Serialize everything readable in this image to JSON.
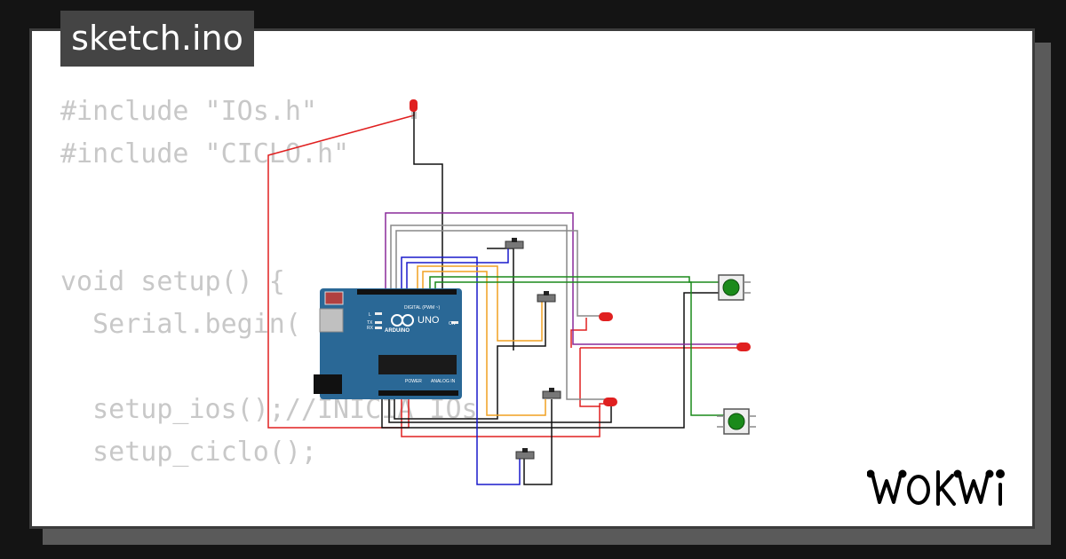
{
  "file_tab": {
    "label": "sketch.ino"
  },
  "code_lines": [
    "#include \"IOs.h\"",
    "#include \"CICLO.h\"",
    "",
    "",
    "void setup() {",
    "  Serial.begin(",
    "",
    "  setup_ios();//INICIA IOs",
    "  setup_ciclo();"
  ],
  "board": {
    "model_label": "UNO",
    "brand_label": "ARDUINO",
    "digital_header_label": "DIGITAL (PWM ~)",
    "power_label": "POWER",
    "analog_label": "ANALOG IN",
    "led_labels": [
      "L",
      "TX",
      "RX",
      "ON"
    ],
    "body_color": "#2a6896"
  },
  "components": {
    "led_color": "#e02020",
    "button_cap_color": "#1a8a1a",
    "wire_colors": {
      "red": "#e02020",
      "black": "#111111",
      "purple": "#8a2a9a",
      "gray": "#888888",
      "blue": "#1a1acc",
      "orange": "#f0a020",
      "green": "#1a8a1a"
    }
  },
  "brand": {
    "icon": "wokwi-logo"
  }
}
